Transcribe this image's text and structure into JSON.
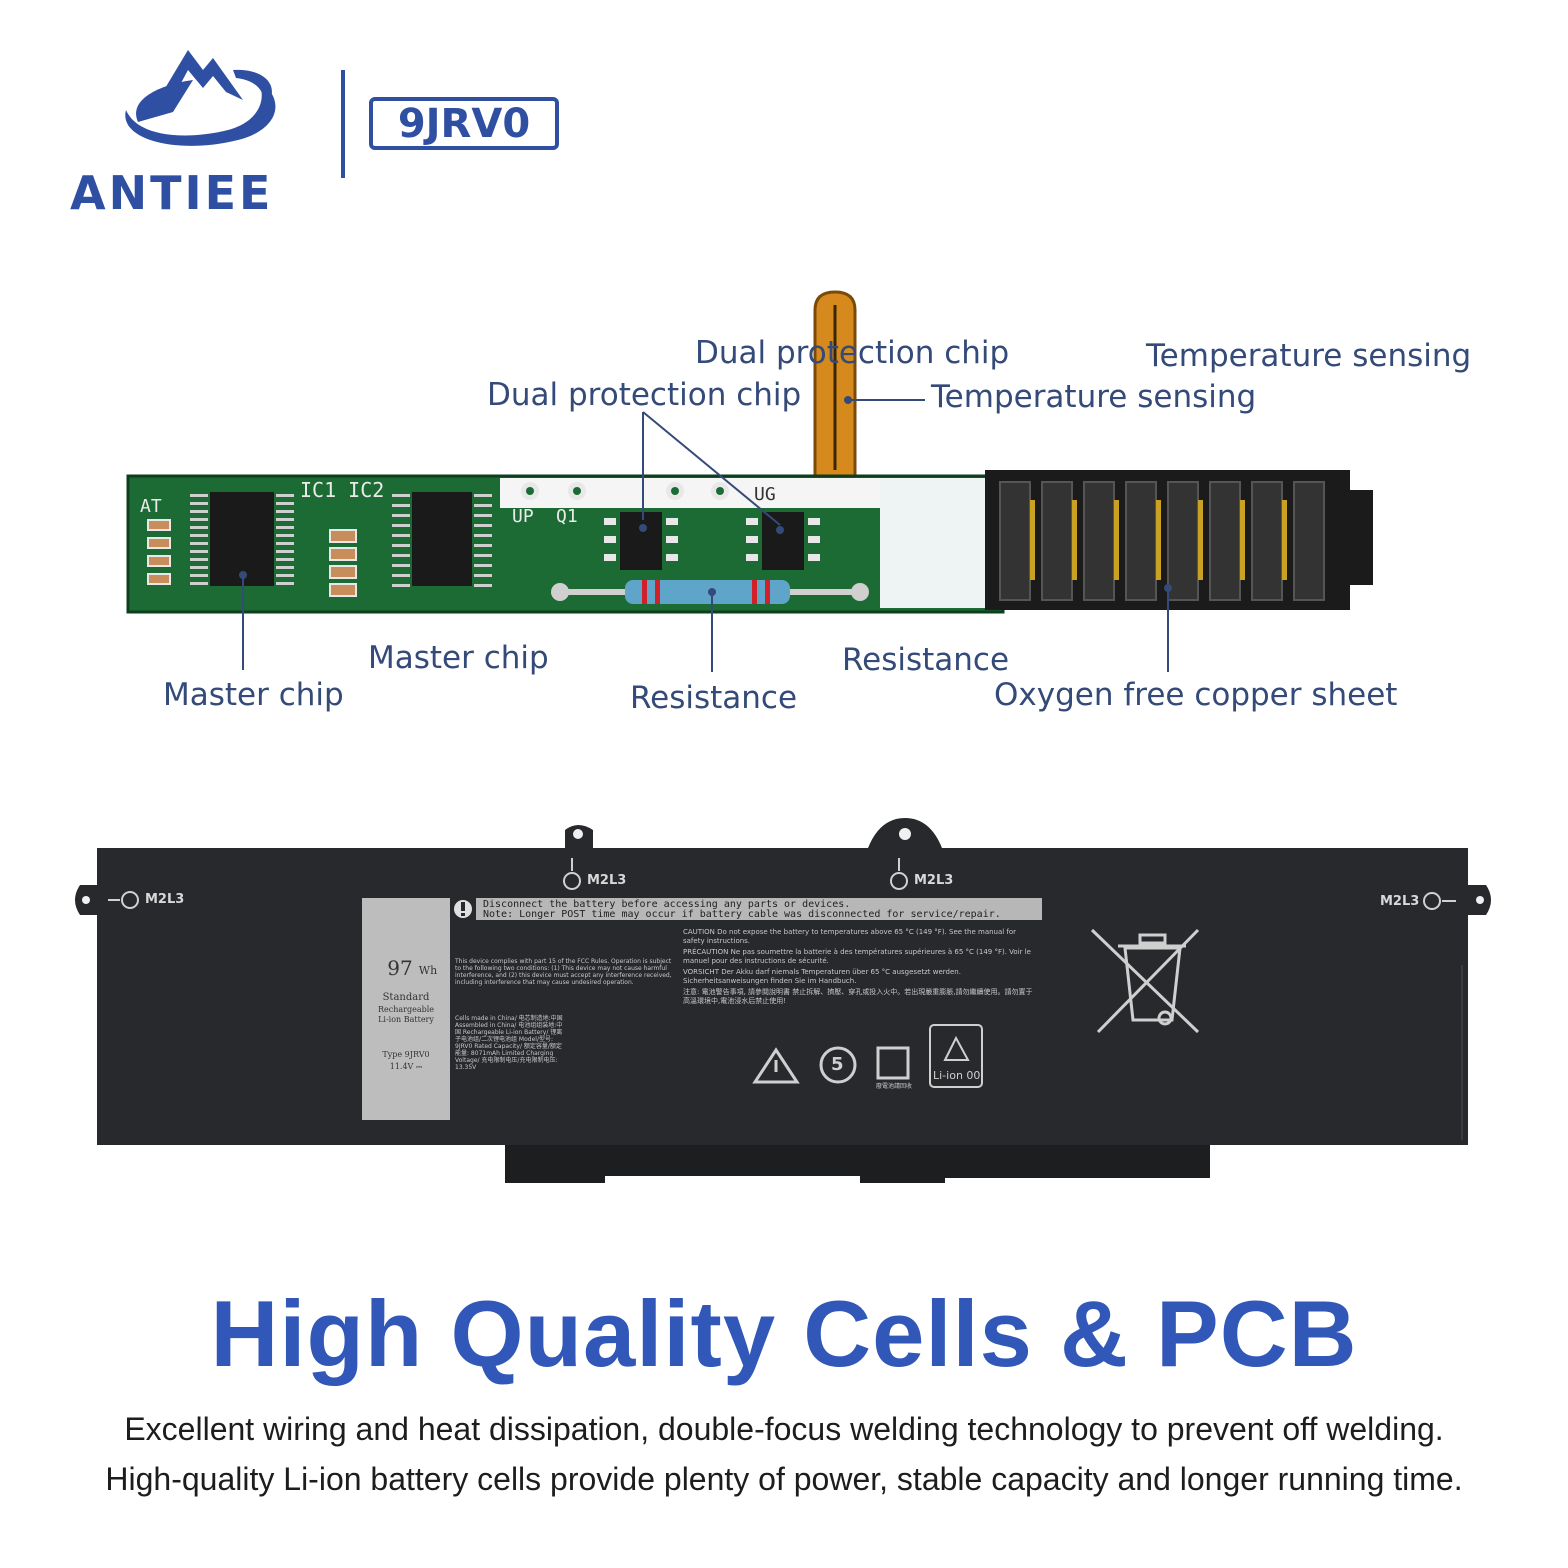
{
  "brand": {
    "name": "ANTIEE",
    "model": "9JRV0",
    "color": "#2f4fa3"
  },
  "callouts": {
    "dual_protection_chip": "Dual protection chip",
    "temperature_sensing": "Temperature sensing",
    "master_chip": "Master chip",
    "resistance": "Resistance",
    "oxygen_free_copper_sheet": "Oxygen free copper sheet"
  },
  "pcb": {
    "silkscreen_ic": "IC1 IC2",
    "silkscreen_at": "AT",
    "silkscreen_up": "UP",
    "silkscreen_q1": "Q1",
    "silkscreen_ug": "UG"
  },
  "battery": {
    "mount_code": "M2L3",
    "warning_line1": "Disconnect the battery before accessing any parts or devices.",
    "warning_line2": "Note: Longer POST time may occur if battery cable was disconnected for service/repair.",
    "capacity": "97",
    "capacity_unit": "Wh",
    "standard": "Standard",
    "rechargeable": "Rechargeable",
    "chemistry": "Li-ion Battery",
    "type": "Type 9JRV0",
    "voltage": "11.4V ⎓",
    "fcc_text": "This device complies with part 15 of the FCC Rules. Operation is subject to the following two conditions: (1) This device may not cause harmful interference, and (2) this device must accept any interference received, including interference that may cause undesired operation.",
    "cells_text": "Cells made in China/ 电芯制造地:中国 Assembled in China/ 电池组组装地:中国 Rechargeable Li-ion Battery/ 锂离子电池组/二次锂电池组 Model/型号: 9JRV0 Rated Capacity/ 额定容量/额定能量: 8071mAh Limited Charging Voltage/ 充电限制电压/充电限制电压: 13.35V",
    "caution_text": "CAUTION Do not expose the battery to temperatures above 65 °C (149 °F). See the manual for safety instructions.",
    "precaution_text": "PRÉCAUTION Ne pas soumettre la batterie à des températures supérieures à 65 °C (149 °F). Voir le manuel pour des instructions de sécurité.",
    "vorsicht_text": "VORSICHT Der Akku darf niemals Temperaturen über 65 °C ausgesetzt werden. Sicherheitsanweisungen finden Sie im Handbuch.",
    "chinese_note": "注意: 電池警告事項, 請參閱說明書 禁止拆解、擠壓、穿孔或投入火中。若出現嚴重膨脹,請勿繼續使用。請勿置于高溫環境中,電池浸水后禁止使用!",
    "recycle_label": "Li-ion 00",
    "epup_years": "5",
    "recycle_cn": "廢電池請回收"
  },
  "headline": "High Quality Cells & PCB",
  "description": {
    "line1": "Excellent wiring and heat dissipation, double-focus welding technology to prevent off welding.",
    "line2": "High-quality Li-ion battery cells provide plenty of power, stable capacity and longer running time."
  },
  "colors": {
    "label_text": "#344a78",
    "headline": "#3157b8",
    "pcb_green": "#1c6b34",
    "battery_body": "#27292c"
  }
}
